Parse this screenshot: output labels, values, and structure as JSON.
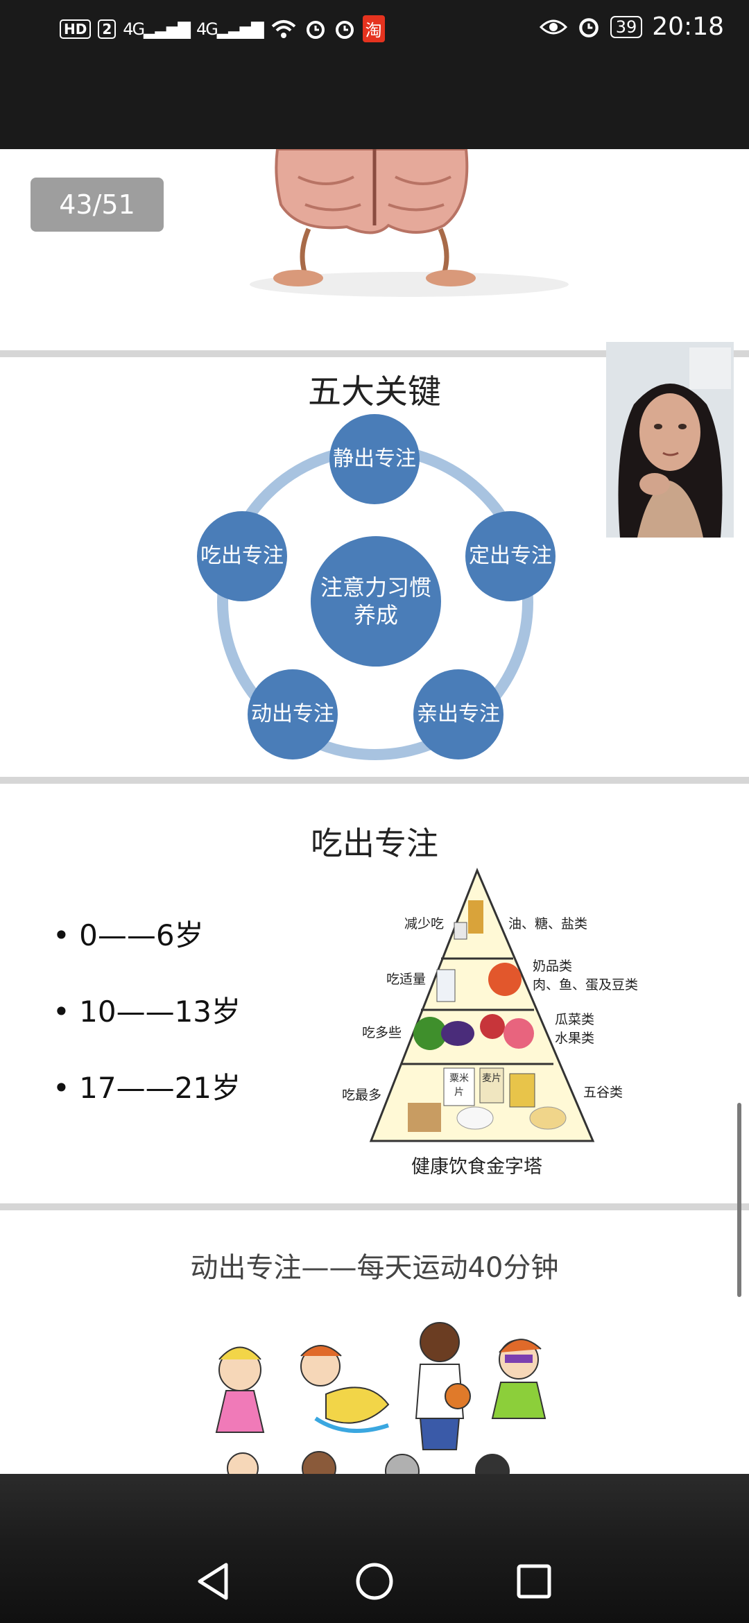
{
  "status_bar": {
    "left_indicators": [
      "HD",
      "2",
      "4G",
      "4G"
    ],
    "taobao_label": "淘",
    "battery": "39",
    "time": "20:18"
  },
  "page_counter": "43/51",
  "slides": {
    "five_keys": {
      "title": "五大关键",
      "center": "注意力习惯\n养成",
      "items": [
        "静出专注",
        "定出专注",
        "亲出专注",
        "动出专注",
        "吃出专注"
      ]
    },
    "eat": {
      "title": "吃出专注",
      "bullets": [
        "•  0——6岁",
        "• 10——13岁",
        "• 17——21岁"
      ],
      "pyramid": {
        "rows_left": [
          "减少吃",
          "吃适量",
          "吃多些",
          "吃最多"
        ],
        "rows_right": [
          "油、糖、盐类",
          "奶品类\n肉、鱼、蛋及豆类",
          "瓜菜类\n水果类",
          "五谷类"
        ],
        "caption": "健康饮食金字塔",
        "box_labels": [
          "粟米片",
          "麦片"
        ]
      }
    },
    "exercise": {
      "title": "动出专注——每天运动40分钟"
    }
  },
  "colors": {
    "circle_blue": "#4a7db8",
    "ring_blue": "#a8c3e0",
    "separator": "#d6d6d6"
  },
  "icons": [
    "wifi-icon",
    "alarm-icon",
    "eye-icon",
    "back-icon",
    "home-icon",
    "recents-icon"
  ]
}
